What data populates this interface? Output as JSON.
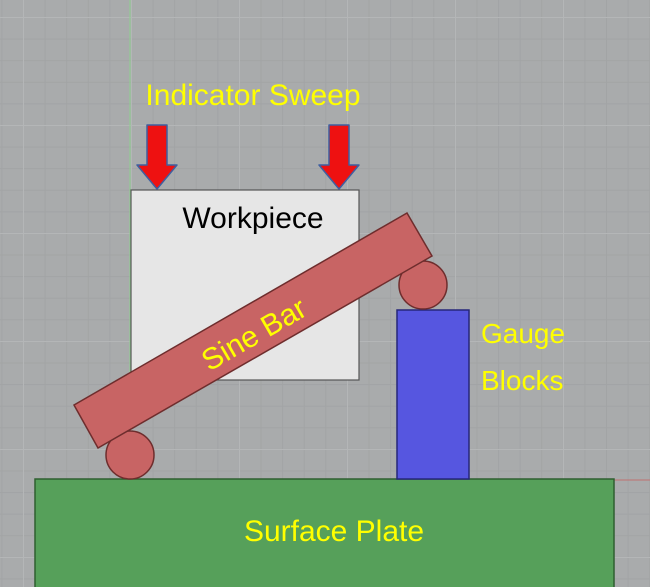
{
  "labels": {
    "indicator_sweep": "Indicator Sweep",
    "workpiece": "Workpiece",
    "sine_bar": "Sine Bar",
    "gauge_blocks_line1": "Gauge",
    "gauge_blocks_line2": "Blocks",
    "surface_plate": "Surface Plate"
  },
  "colors": {
    "background": "#a9abac",
    "surface_plate": "#56a05a",
    "gauge_blocks": "#5656e0",
    "workpiece": "#e6e6e6",
    "sine_bar": "#c86464",
    "arrow_fill": "#ee1111",
    "arrow_outline": "#3f5fa0",
    "label_text": "#ffff00"
  },
  "icons": {
    "indicator_arrows": "down-arrow-icon"
  }
}
